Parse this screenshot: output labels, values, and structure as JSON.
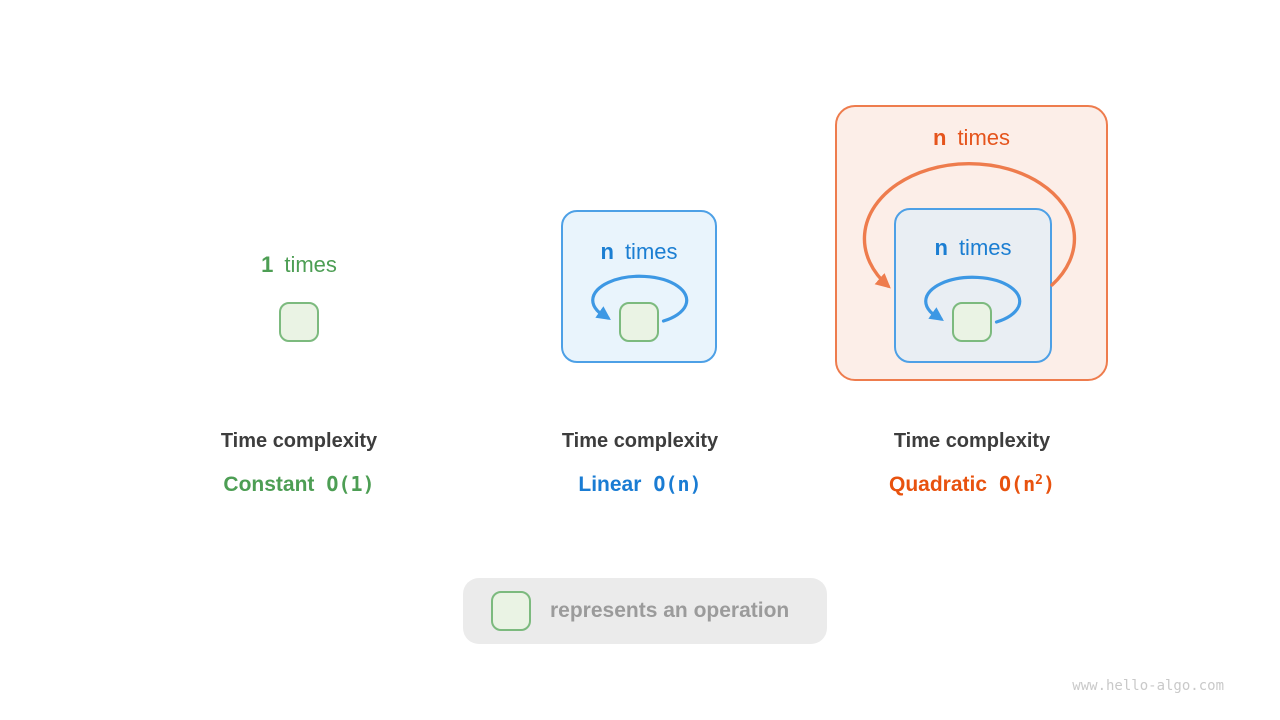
{
  "panels": [
    {
      "id": "constant",
      "loop_label": {
        "count": "1",
        "word": "times"
      },
      "caption_title": "Time complexity",
      "complexity": {
        "name": "Constant",
        "notation": "O(1)",
        "notation_sup": "",
        "notation_suffix": ""
      }
    },
    {
      "id": "linear",
      "loop_label": {
        "count": "n",
        "word": "times"
      },
      "caption_title": "Time complexity",
      "complexity": {
        "name": "Linear",
        "notation": "O(n)",
        "notation_sup": "",
        "notation_suffix": ""
      }
    },
    {
      "id": "quadratic",
      "outer_loop_label": {
        "count": "n",
        "word": "times"
      },
      "inner_loop_label": {
        "count": "n",
        "word": "times"
      },
      "caption_title": "Time complexity",
      "complexity": {
        "name": "Quadratic",
        "notation": "O(n",
        "notation_sup": "2",
        "notation_suffix": ")"
      }
    }
  ],
  "legend": {
    "label": "represents an operation"
  },
  "watermark": "www.hello-algo.com",
  "colors": {
    "green_text": "#4d9e54",
    "green_square_border": "#7cba7e",
    "green_square_fill": "#eaf3e4",
    "blue_text": "#1b7ed2",
    "blue_box_border": "#4da0e6",
    "blue_box_fill": "#e9f4fc",
    "blue_inner_box_fill": "#e9eef3",
    "blue_arrow": "#3d98e4",
    "orange_text": "#e8520e",
    "orange_box_border": "#ee7c4d",
    "orange_box_fill": "#fceee8",
    "title_text": "#3d3d3d",
    "legend_bg": "#ebebeb",
    "legend_text": "#9b9b9b",
    "watermark_text": "#c9c9c9"
  }
}
